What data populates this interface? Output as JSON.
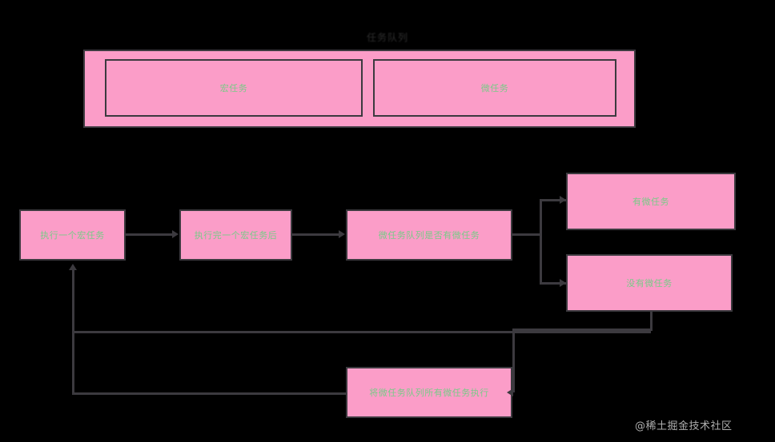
{
  "diagram": {
    "title": "任务队列",
    "background_color": "#000000",
    "node_fill_color": "#FB9DC8",
    "node_border_color": "#3C3A3F",
    "node_text_color": "#79CB88",
    "connector_color": "#3C3A3F",
    "title_color": "#2E2E2E"
  },
  "queue_container": {
    "macro_task_label": "宏任务",
    "micro_task_label": "微任务"
  },
  "flow": {
    "step1_label": "执行一个宏任务",
    "step2_label": "执行完一个宏任务后",
    "step3_label": "微任务队列是否有微任务",
    "branch_yes_label": "有微任务",
    "branch_no_label": "没有微任务",
    "loop_label": "将微任务队列所有微任务执行"
  },
  "watermark": {
    "text": "@稀土掘金技术社区"
  }
}
